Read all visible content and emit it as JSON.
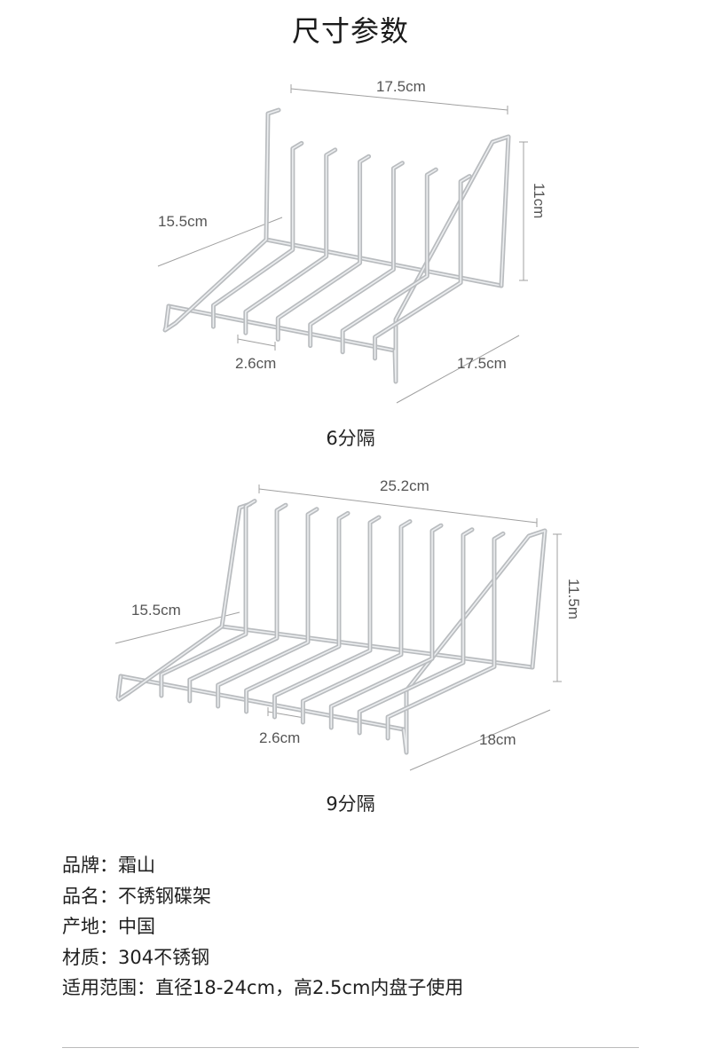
{
  "page_title": "尺寸参数",
  "figures": [
    {
      "caption": "6分隔",
      "dims": {
        "top": "17.5cm",
        "side": "11cm",
        "left": "15.5cm",
        "gap": "2.6cm",
        "front": "17.5cm"
      }
    },
    {
      "caption": "9分隔",
      "dims": {
        "top": "25.2cm",
        "side": "11.5m",
        "left": "15.5cm",
        "gap": "2.6cm",
        "front": "18cm"
      }
    }
  ],
  "specs": [
    {
      "label": "品牌：",
      "value": "霜山"
    },
    {
      "label": "品名：",
      "value": "不锈钢碟架"
    },
    {
      "label": "产地：",
      "value": "中国"
    },
    {
      "label": "材质：",
      "value": "304不锈钢"
    },
    {
      "label": "适用范围：",
      "value": "直径18-24cm，高2.5cm内盘子使用"
    }
  ],
  "colors": {
    "wire": "#b9bcbf",
    "wire_highlight": "#eceef0",
    "dimension_line": "#a0a0a0"
  },
  "icons": [
    "dish-rack-6-illustration",
    "dish-rack-9-illustration"
  ]
}
